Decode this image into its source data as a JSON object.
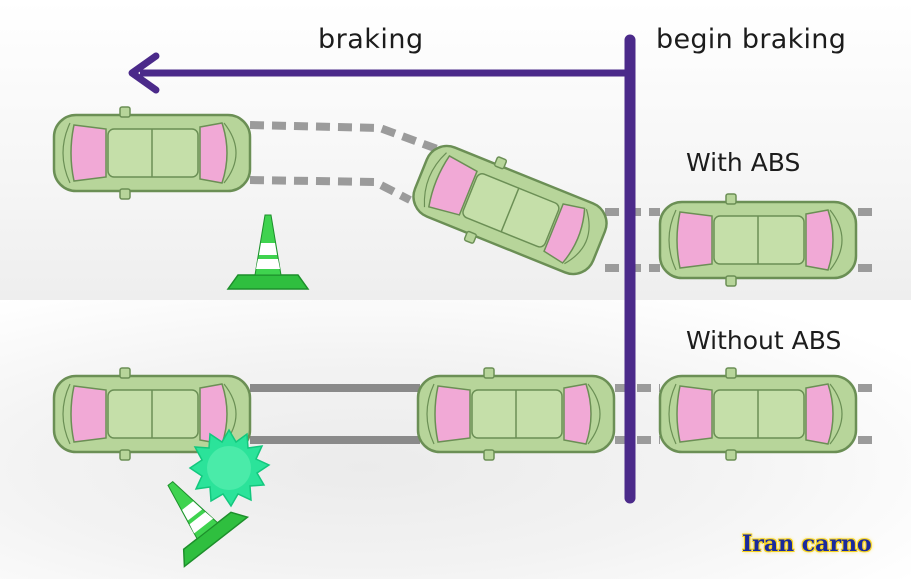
{
  "labels": {
    "braking": "braking",
    "begin_braking": "begin braking",
    "with_abs": "With ABS",
    "without_abs": "Without ABS"
  },
  "watermark": "Iran carno",
  "colors": {
    "arrow": "#4b2a8a",
    "car_body": "#b7d59a",
    "car_outline": "#6b8f55",
    "car_glass": "#f1a9d6",
    "cone": "#3fd34f",
    "impact_burst": "#2be39a",
    "skid_dashed": "#9b9b9b",
    "skid_solid": "#8a8a8a"
  },
  "icons": [
    "car-icon",
    "traffic-cone-icon",
    "impact-burst-icon",
    "arrow-left-icon"
  ]
}
